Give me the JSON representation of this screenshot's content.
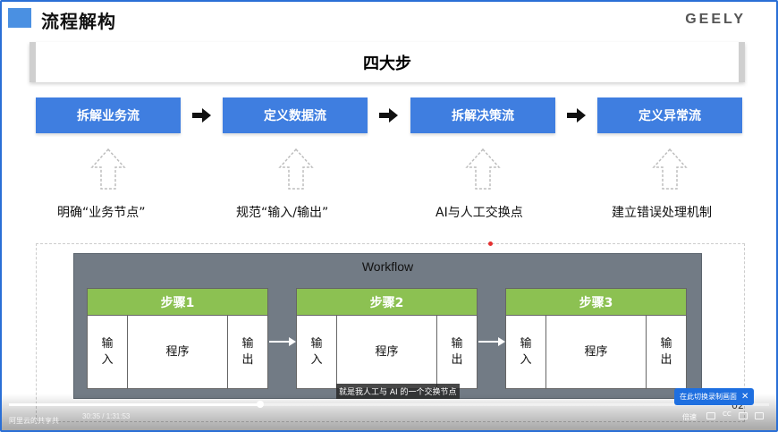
{
  "header": {
    "title": "流程解构",
    "logo": "GEELY"
  },
  "banner": {
    "label": "四大步"
  },
  "steps": [
    {
      "label": "拆解业务流",
      "desc": "明确“业务节点”"
    },
    {
      "label": "定义数据流",
      "desc": "规范“输入/输出”"
    },
    {
      "label": "拆解决策流",
      "desc": "AI与人工交换点"
    },
    {
      "label": "定义异常流",
      "desc": "建立错误处理机制"
    }
  ],
  "workflow": {
    "title": "Workflow",
    "boxes": [
      {
        "title": "步骤1",
        "input": "输\n入",
        "program": "程序",
        "output": "输\n出"
      },
      {
        "title": "步骤2",
        "input": "输\n入",
        "program": "程序",
        "output": "输\n出"
      },
      {
        "title": "步骤3",
        "input": "输\n入",
        "program": "程序",
        "output": "输\n出"
      }
    ]
  },
  "player": {
    "subtitle": "就是我人工与 AI 的一个交换节点",
    "time": "30:35 / 1:31:53",
    "speed": "倍速",
    "page": "02",
    "tooltip": "在此切换录制画面",
    "watermark": "阿里云的共享共",
    "progress_fraction": 0.33,
    "cc_label": "CC"
  },
  "colors": {
    "accent_blue": "#3f7ee0",
    "step_green": "#8cc152",
    "workflow_gray": "#727b85"
  },
  "icons": {
    "step_arrow": "right-arrow-icon",
    "hint_arrow": "up-hollow-arrow-icon"
  }
}
